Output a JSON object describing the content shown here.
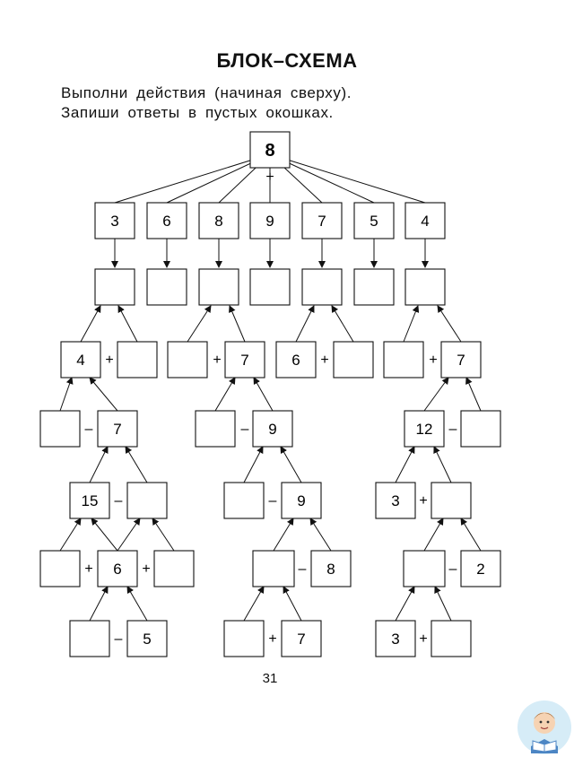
{
  "title": "БЛОК–СХЕМА",
  "instructions": [
    "Выполни действия (начиная сверху).",
    "Запиши ответы в пустых окошках."
  ],
  "page_number": "31",
  "root": {
    "value": "8",
    "op": "+"
  },
  "row1": [
    "3",
    "6",
    "8",
    "9",
    "7",
    "5",
    "4"
  ],
  "trees": {
    "left": {
      "r3": {
        "left": "4",
        "op": "+",
        "right": ""
      },
      "r4": {
        "left": "",
        "op": "–",
        "right": "7"
      },
      "r5": {
        "left": "15",
        "op": "–",
        "right": ""
      },
      "r6": {
        "left": "",
        "op1": "+",
        "mid": "6",
        "op2": "+",
        "right": ""
      },
      "r7": {
        "left": "",
        "op": "–",
        "right": "5"
      }
    },
    "center": {
      "r3a": {
        "left": "",
        "op": "+",
        "right": "7"
      },
      "r3b": {
        "left": "6",
        "op": "+",
        "right": ""
      },
      "r4": {
        "left": "",
        "op": "–",
        "right": "9"
      },
      "r5": {
        "left": "",
        "op": "–",
        "right": "9"
      },
      "r6": {
        "left": "",
        "op": "–",
        "right": "8"
      },
      "r7": {
        "left": "",
        "op": "+",
        "right": "7"
      }
    },
    "right": {
      "r3": {
        "left": "",
        "op": "+",
        "right": "7"
      },
      "r4": {
        "left": "12",
        "op": "–",
        "right": ""
      },
      "r5": {
        "left": "3",
        "op": "+",
        "right": ""
      },
      "r6": {
        "left": "",
        "op": "–",
        "right": "2"
      },
      "r7": {
        "left": "3",
        "op": "+",
        "right": ""
      }
    }
  }
}
